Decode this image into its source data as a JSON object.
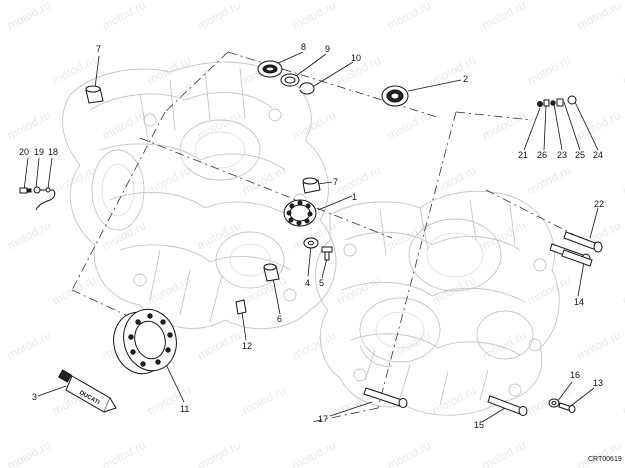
{
  "diagram": {
    "drawing_code": "CRT00619",
    "watermark": "motod.ru",
    "tube_brand": "DUCATI",
    "callouts": [
      "1",
      "2",
      "3",
      "4",
      "5",
      "6",
      "7",
      "7",
      "8",
      "9",
      "10",
      "11",
      "12",
      "13",
      "14",
      "15",
      "16",
      "17",
      "18",
      "19",
      "20",
      "21",
      "22",
      "23",
      "24",
      "25",
      "26"
    ],
    "colors": {
      "ink": "#111111",
      "casing": "#c4c4c4",
      "watermark": "#e9e9e9"
    }
  }
}
